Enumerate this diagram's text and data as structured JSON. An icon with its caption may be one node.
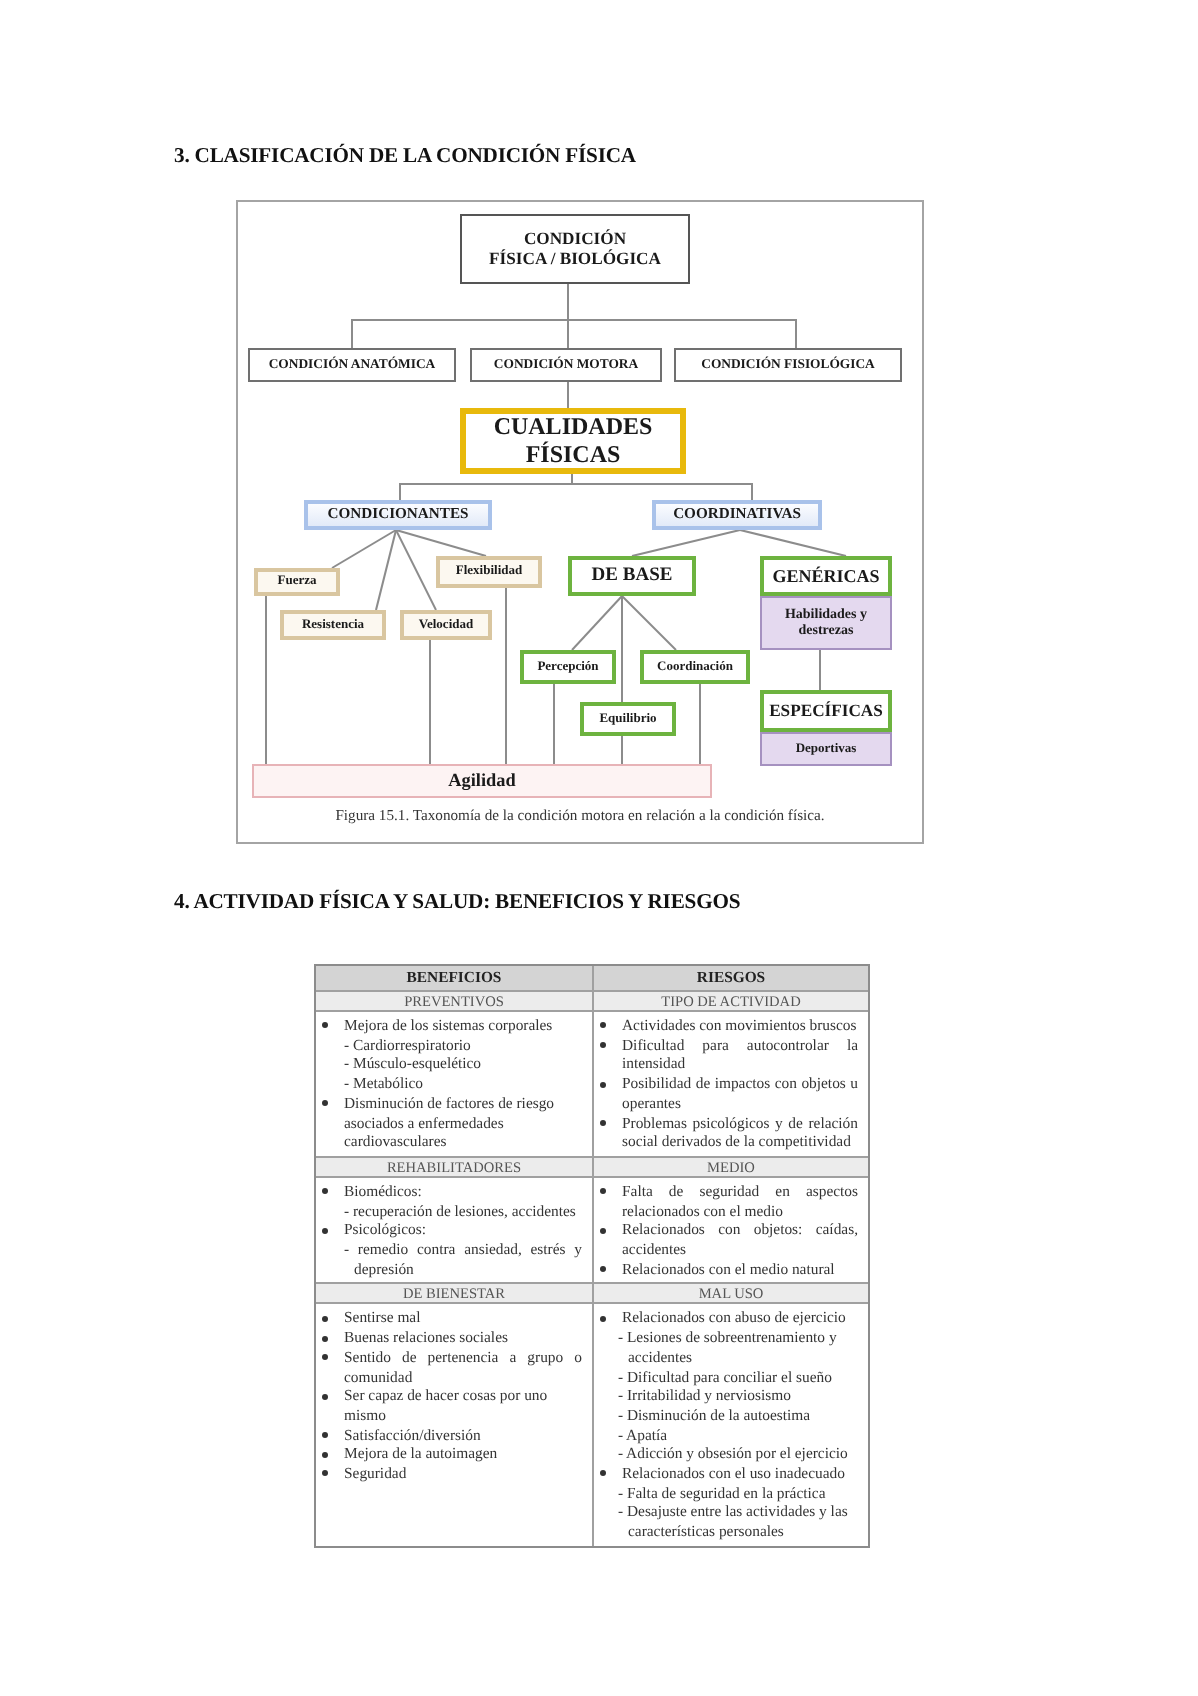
{
  "diagram": {
    "title": "3. CLASIFICACIÓN DE LA CONDICIÓN FÍSICA",
    "caption": "Figura 15.1. Taxonomía de la condición motora en relación a la condición física.",
    "nodes": [
      {
        "text": [
          "CONDICIÓN FÍSICA / BIOLÓGICA"
        ]
      },
      {
        "text": [
          "CONDICIÓN ANATÓMICA"
        ]
      },
      {
        "text": [
          "CONDICIÓN MOTORA"
        ]
      },
      {
        "text": [
          "CONDICIÓN FISIOLÓGICA"
        ]
      },
      {
        "text": [
          "CUALIDADES FÍSICAS"
        ]
      },
      {
        "text": [
          "CONDICIONANTES"
        ]
      },
      {
        "text": [
          "COORDINATIVAS"
        ]
      },
      {
        "text": [
          "Fuerza"
        ]
      },
      {
        "text": [
          "Flexibilidad"
        ]
      },
      {
        "text": [
          "DE BASE"
        ]
      },
      {
        "text": [
          "GENÉRICAS"
        ]
      },
      {
        "text": [
          "Resistencia"
        ]
      },
      {
        "text": [
          "Velocidad"
        ]
      },
      {
        "text": [
          "Habilidades y destrezas"
        ]
      },
      {
        "text": [
          "Percepción"
        ]
      },
      {
        "text": [
          "Coordinación"
        ]
      },
      {
        "text": [
          "Equilibrio"
        ]
      },
      {
        "text": [
          "ESPECÍFICAS"
        ]
      },
      {
        "text": [
          "Deportivas"
        ]
      },
      {
        "text": [
          "Agilidad"
        ]
      }
    ],
    "edges": [
      {
        "from": 0,
        "to": 1,
        "arrow": "none"
      },
      {
        "from": 0,
        "to": 2,
        "arrow": "none"
      },
      {
        "from": 0,
        "to": 3,
        "arrow": "none"
      },
      {
        "from": 2,
        "to": 4,
        "arrow": "none"
      },
      {
        "from": 4,
        "to": 5,
        "arrow": "none"
      },
      {
        "from": 4,
        "to": 6,
        "arrow": "none"
      },
      {
        "from": 5,
        "to": 7,
        "arrow": "none"
      },
      {
        "from": 5,
        "to": 8,
        "arrow": "none"
      },
      {
        "from": 5,
        "to": 11,
        "arrow": "none"
      },
      {
        "from": 5,
        "to": 12,
        "arrow": "none"
      },
      {
        "from": 6,
        "to": 9,
        "arrow": "none"
      },
      {
        "from": 6,
        "to": 10,
        "arrow": "none"
      },
      {
        "from": 9,
        "to": 14,
        "arrow": "none"
      },
      {
        "from": 9,
        "to": 16,
        "arrow": "none"
      },
      {
        "from": 9,
        "to": 15,
        "arrow": "none"
      },
      {
        "from": 13,
        "to": 17,
        "arrow": "none"
      },
      {
        "from": 7,
        "to": 19,
        "arrow": "none"
      },
      {
        "from": 12,
        "to": 19,
        "arrow": "none"
      },
      {
        "from": 8,
        "to": 19,
        "arrow": "none"
      },
      {
        "from": 14,
        "to": 19,
        "arrow": "none"
      },
      {
        "from": 16,
        "to": 19,
        "arrow": "none"
      },
      {
        "from": 15,
        "to": 19,
        "arrow": "none"
      }
    ],
    "labels": [
      "4. ACTIVIDAD FÍSICA Y SALUD: BENEFICIOS Y RIESGOS",
      "BENEFICIOS",
      "RIESGOS",
      "PREVENTIVOS",
      "TIPO DE ACTIVIDAD",
      "Mejora de los sistemas corporales",
      "- Cardiorrespiratorio",
      "- Músculo-esquelético",
      "- Metabólico",
      "Disminución de factores de riesgo asociados a enfermedades cardiovasculares",
      "Actividades con movimientos bruscos",
      "Dificultad para autocontrolar la intensidad",
      "Posibilidad de impactos con objetos u operantes",
      "Problemas psicológicos y de relación social derivados de la competitividad",
      "REHABILITADORES",
      "MEDIO",
      "Biomédicos:",
      "- recuperación de lesiones, accidentes",
      "Psicológicos:",
      "- remedio contra ansiedad, estrés y depresión",
      "Falta de seguridad en aspectos relacionados con el medio",
      "Relacionados con objetos: caídas, accidentes",
      "Relacionados con el medio natural",
      "DE BIENESTAR",
      "MAL USO",
      "Sentirse mal",
      "Buenas relaciones sociales",
      "Sentido de pertenencia a grupo o comunidad",
      "Ser capaz de hacer cosas por uno mismo",
      "Satisfacción/diversión",
      "Mejora de la autoimagen",
      "Seguridad",
      "Relacionados con abuso de ejercicio",
      "- Lesiones de sobreentrenamiento y accidentes",
      "- Dificultad para conciliar el sueño",
      "- Irritabilidad y nerviosismo",
      "- Disminución de la autoestima",
      "- Apatía",
      "- Adicción y obsesión por el ejercicio",
      "Relacionados con el uso inadecuado",
      "- Falta de seguridad en la práctica",
      "- Desajuste entre las actividades y las características personales"
    ]
  }
}
